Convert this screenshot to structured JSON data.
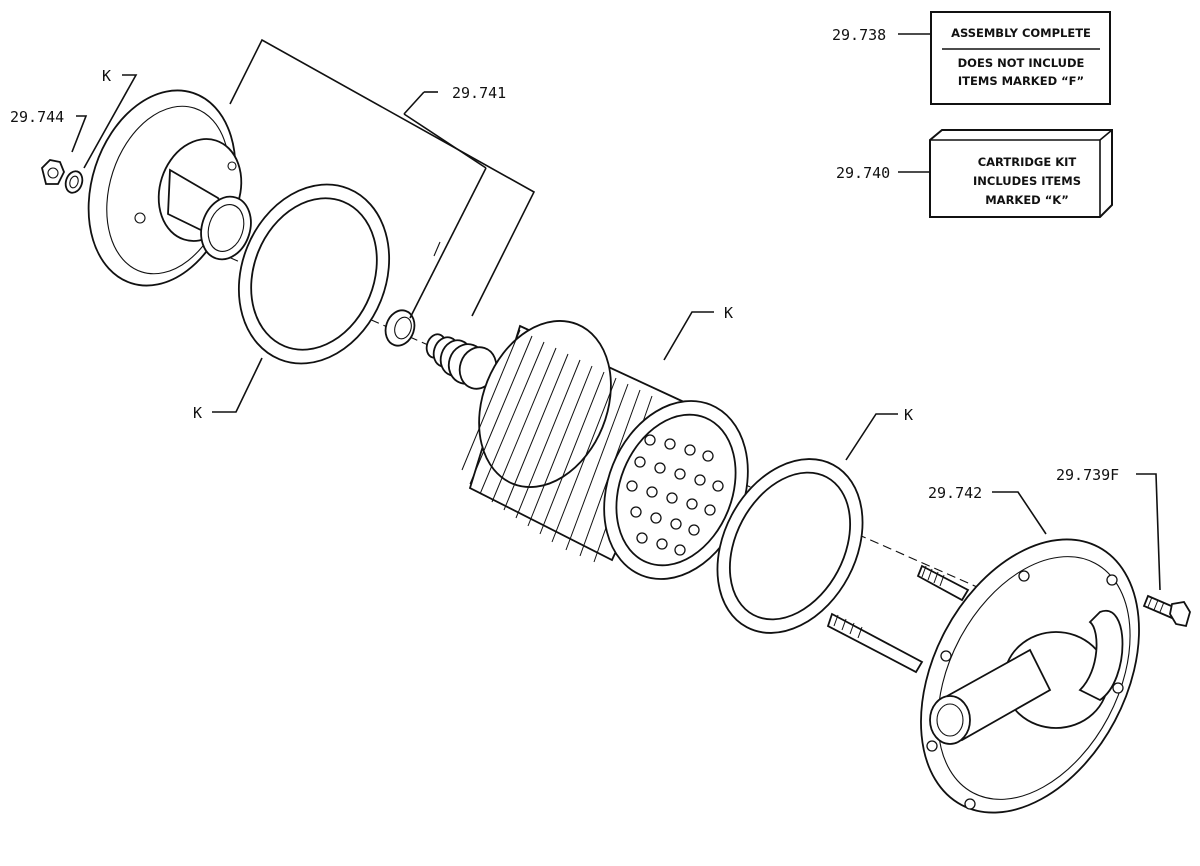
{
  "labels": {
    "assembly_complete_ref": "29.738",
    "cartridge_kit_ref": "29.740",
    "cover_group_ref": "29.741",
    "nut_washer_ref": "29.744",
    "base_ref": "29.742",
    "bolt_ref": "29.739F",
    "kit_marker": "K"
  },
  "notes": {
    "assembly_line1": "ASSEMBLY COMPLETE",
    "assembly_line2": "DOES NOT INCLUDE",
    "assembly_line3": "ITEMS MARKED “F”",
    "kit_line1": "CARTRIDGE KIT",
    "kit_line2": "INCLUDES ITEMS",
    "kit_line3": "MARKED “K”"
  }
}
